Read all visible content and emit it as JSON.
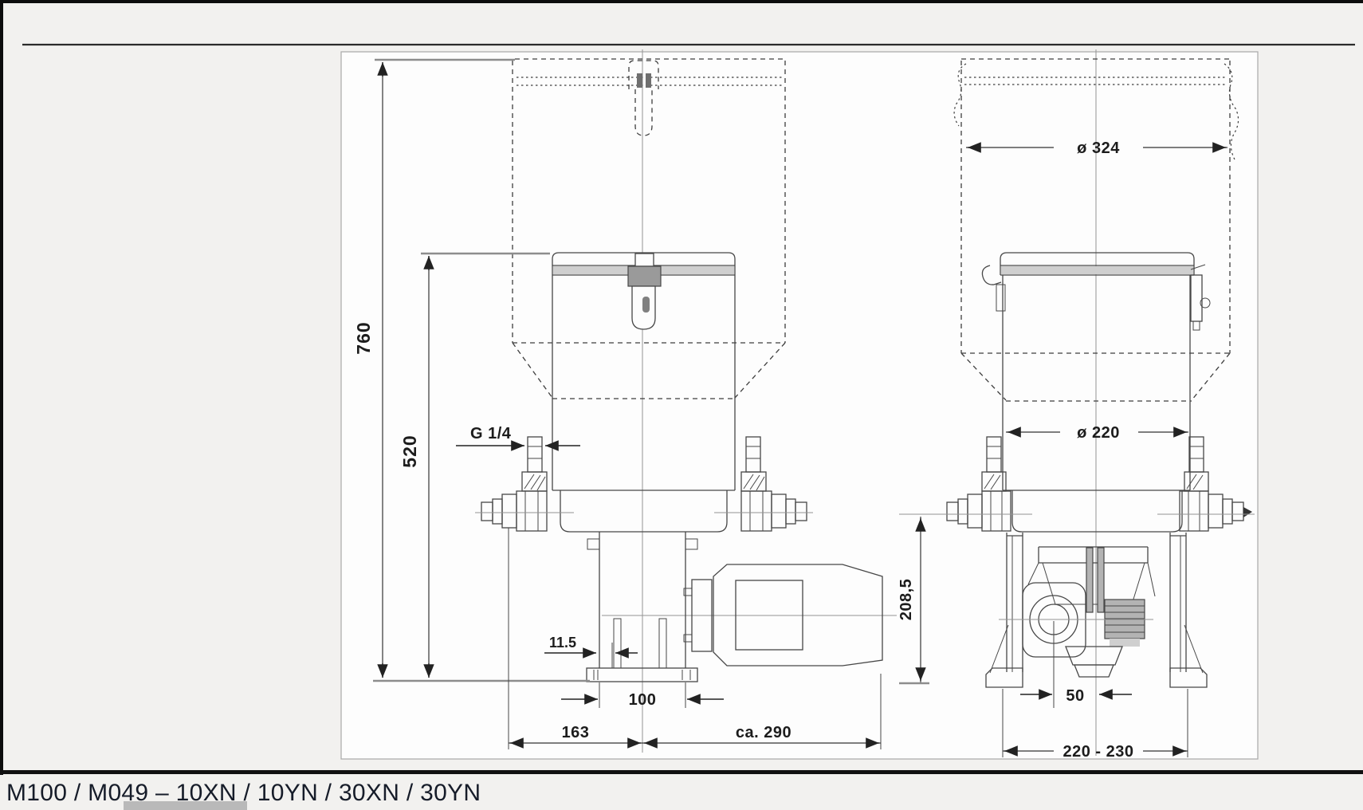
{
  "page": {
    "caption": "M100 / M049 – 10XN / 10YN / 30XN / 30YN"
  },
  "colors": {
    "ink": "#474747",
    "paper": "#ffffff",
    "page_bg": "#f2f1ef"
  },
  "front_view": {
    "overall_height": "760",
    "reservoir_height": "520",
    "outlet_thread": "G 1/4",
    "foot_offset": "11.5",
    "housing_width": "100",
    "left_span": "163",
    "motor_span": "ca. 290"
  },
  "side_view": {
    "lid_diameter": "ø 324",
    "reservoir_diameter": "ø 220",
    "axis_height": "208,5",
    "center_offset": "50",
    "mounting_span": "220 - 230"
  }
}
